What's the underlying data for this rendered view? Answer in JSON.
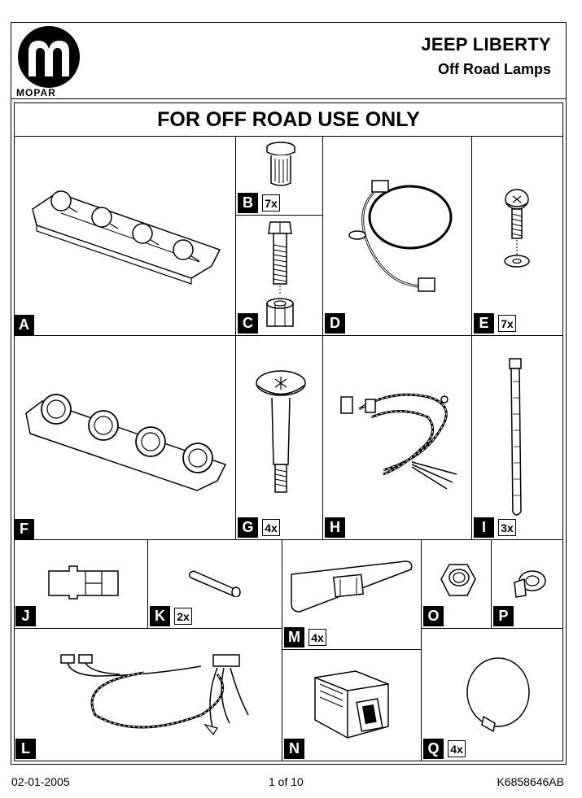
{
  "header": {
    "brand": "MOPAR",
    "title": "JEEP LIBERTY",
    "subtitle": "Off Road Lamps"
  },
  "banner": "FOR OFF ROAD USE ONLY",
  "parts": {
    "A": {
      "letter": "A",
      "qty": ""
    },
    "B": {
      "letter": "B",
      "qty": "7x"
    },
    "C": {
      "letter": "C",
      "qty": ""
    },
    "D": {
      "letter": "D",
      "qty": ""
    },
    "E": {
      "letter": "E",
      "qty": "7x"
    },
    "F": {
      "letter": "F",
      "qty": ""
    },
    "G": {
      "letter": "G",
      "qty": "4x"
    },
    "H": {
      "letter": "H",
      "qty": ""
    },
    "I": {
      "letter": "I",
      "qty": "3x"
    },
    "J": {
      "letter": "J",
      "qty": ""
    },
    "K": {
      "letter": "K",
      "qty": "2x"
    },
    "L": {
      "letter": "L",
      "qty": ""
    },
    "M": {
      "letter": "M",
      "qty": "4x"
    },
    "N": {
      "letter": "N",
      "qty": ""
    },
    "O": {
      "letter": "O",
      "qty": ""
    },
    "P": {
      "letter": "P",
      "qty": ""
    },
    "Q": {
      "letter": "Q",
      "qty": "4x"
    }
  },
  "footer": {
    "date": "02-01-2005",
    "page": "1 of 10",
    "part_number": "K6858646AB"
  }
}
